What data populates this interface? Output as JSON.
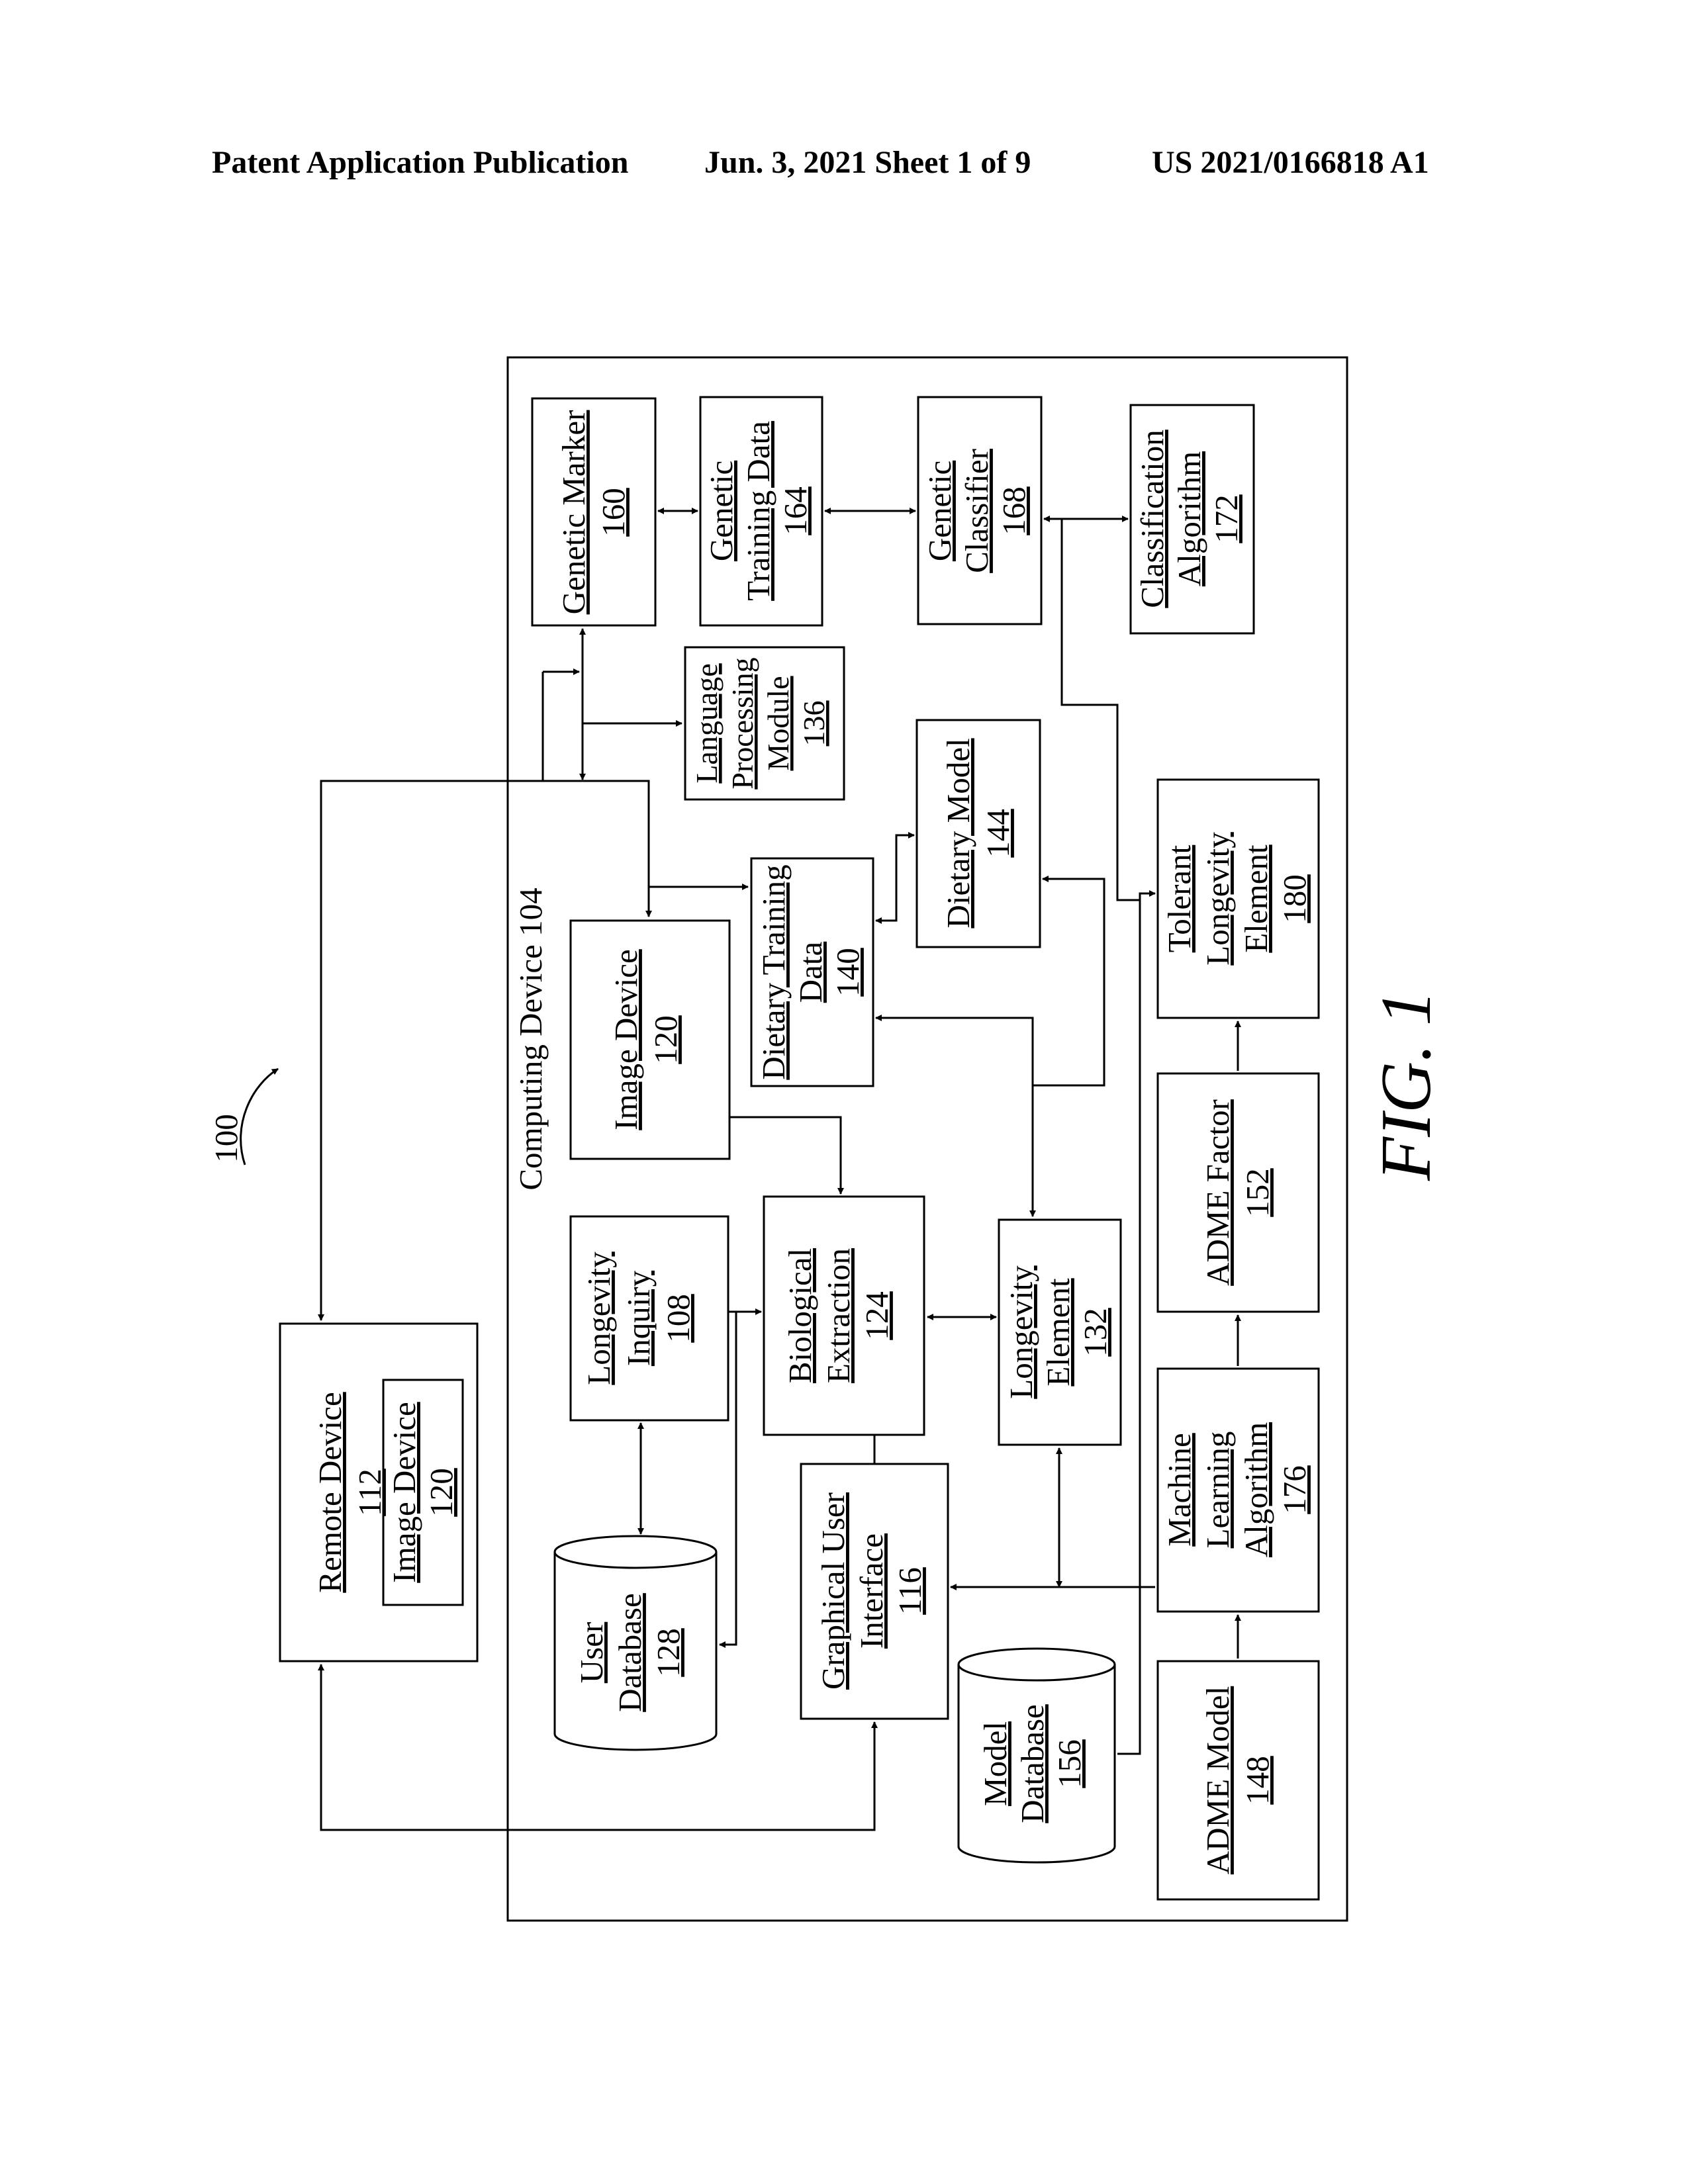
{
  "header": {
    "left": "Patent Application Publication",
    "middle": "Jun. 3, 2021   Sheet 1 of 9",
    "right": "US 2021/0166818 A1"
  },
  "figure": {
    "ref": "100",
    "caption": "FIG. 1",
    "container": "Computing Device 104"
  },
  "boxes": {
    "remote_device": {
      "name": "Remote Device",
      "num": "112"
    },
    "remote_image_device": {
      "name": "Image Device",
      "num": "120"
    },
    "longevity_inquiry": {
      "line1": "Longevity",
      "line2": "Inquiry",
      "num": "108"
    },
    "image_device": {
      "name": "Image Device",
      "num": "120"
    },
    "user_database": {
      "line1": "User",
      "line2": "Database",
      "num": "128"
    },
    "biological_extraction": {
      "line1": "Biological",
      "line2": "Extraction",
      "num": "124"
    },
    "graphical_user_interface": {
      "line1": "Graphical User",
      "line2": "Interface",
      "num": "116"
    },
    "dietary_training_data": {
      "line1": "Dietary Training",
      "line2": "Data",
      "num": "140"
    },
    "longevity_element": {
      "line1": "Longevity",
      "line2": "Element",
      "num": "132"
    },
    "model_database": {
      "line1": "Model",
      "line2": "Database",
      "num": "156"
    },
    "language_processing_module": {
      "line1": "Language",
      "line2": "Processing",
      "line3": "Module",
      "num": "136"
    },
    "dietary_model": {
      "name": "Dietary Model",
      "num": "144"
    },
    "genetic_marker": {
      "name": "Genetic Marker",
      "num": "160"
    },
    "genetic_training_data": {
      "line1": "Genetic",
      "line2": "Training Data",
      "num": "164"
    },
    "genetic_classifier": {
      "line1": "Genetic",
      "line2": "Classifier",
      "num": "168"
    },
    "classification_algorithm": {
      "line1": "Classification",
      "line2": "Algorithm",
      "num": "172"
    },
    "tolerant_longevity_element": {
      "line1": "Tolerant",
      "line2": "Longevity",
      "line3": "Element",
      "num": "180"
    },
    "adme_factor": {
      "name": "ADME Factor",
      "num": "152"
    },
    "machine_learning_algorithm": {
      "line1": "Machine",
      "line2": "Learning",
      "line3": "Algorithm",
      "num": "176"
    },
    "adme_model": {
      "name": "ADME Model",
      "num": "148"
    }
  }
}
